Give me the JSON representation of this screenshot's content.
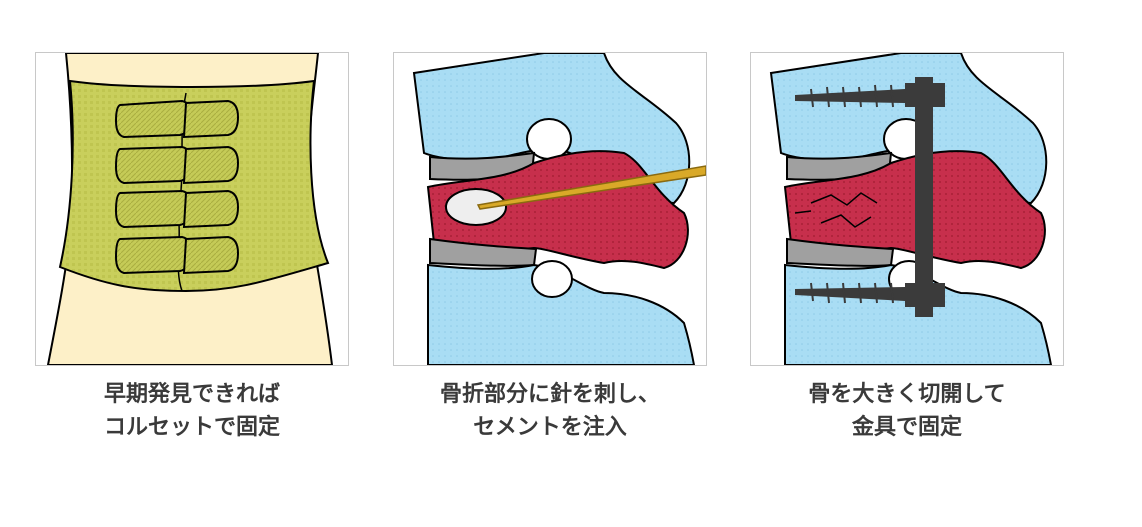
{
  "panels": [
    {
      "caption_lines": [
        "早期発見できれば",
        "コルセットで固定"
      ]
    },
    {
      "caption_lines": [
        "骨折部分に針を刺し、",
        "セメントを注入"
      ]
    },
    {
      "caption_lines": [
        "骨を大きく切開して",
        "金具で固定"
      ]
    }
  ],
  "colors": {
    "skin": "#fdf0c8",
    "corset": "#c9cf5c",
    "bone": "#a9ddf4",
    "fracture": "#c72f4c",
    "disc": "#a0a0a0",
    "needle": "#d9a928",
    "hardware": "#3b3b3b",
    "outline": "#000000",
    "caption_text": "#3a3a3a"
  }
}
